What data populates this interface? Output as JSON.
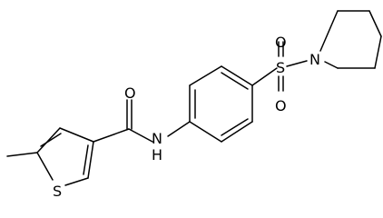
{
  "molecule": {
    "atoms": {
      "sulfur_thiophene": "S",
      "nitrogen_amide": "N",
      "hydrogen_amide": "H",
      "oxygen_carbonyl": "O",
      "sulfur_sulfonyl": "S",
      "oxygen_sulfonyl_top": "O",
      "oxygen_sulfonyl_bottom": "O",
      "nitrogen_piperidine": "N"
    }
  },
  "colors": {
    "bond": "#000000",
    "label": "#000000",
    "background": "#ffffff"
  }
}
